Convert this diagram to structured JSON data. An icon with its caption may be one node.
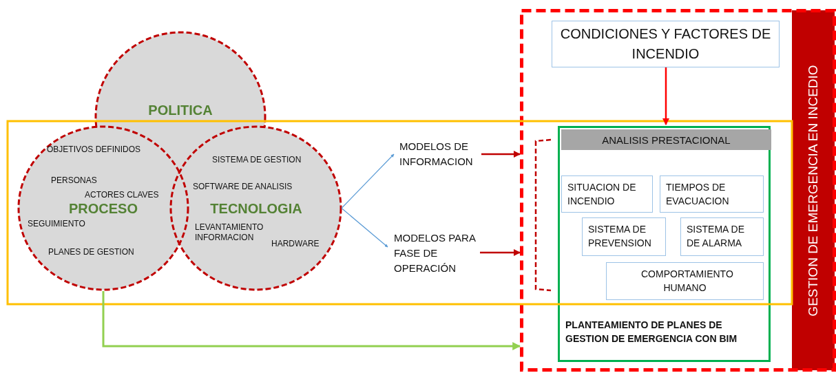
{
  "diagram": {
    "nodes": [
      {
        "text": [
          "POLITICA"
        ]
      },
      {
        "text": [
          "OBJETIVOS DEFINIDOS",
          "PERSONAS",
          "ACTORES CLAVES",
          "PROCESO",
          "SEGUIMIENTO",
          "PLANES DE GESTION"
        ]
      },
      {
        "text": [
          "SISTEMA DE GESTION",
          "SOFTWARE DE ANALISIS",
          "TECNOLOGIA",
          "LEVANTAMIENTO INFORMACION",
          "HARDWARE"
        ]
      },
      {
        "text": [
          "MODELOS DE INFORMACION"
        ]
      },
      {
        "text": [
          "MODELOS PARA FASE DE OPERACIÓN"
        ]
      },
      {
        "text": [],
        "shape": "box"
      },
      {
        "text": [
          "CONDICIONES Y FACTORES DE INCENDIO"
        ],
        "in": 5
      },
      {
        "text": [
          "PLANTEAMIENTO DE PLANES DE GESTION DE EMERGENCIA CON BIM"
        ],
        "in": 5
      },
      {
        "text": [
          "ANALISIS PRESTACIONAL"
        ],
        "in": 7
      },
      {
        "text": [
          "SITUACION DE INCENDIO"
        ],
        "in": 7
      },
      {
        "text": [
          "TIEMPOS DE EVACUACION"
        ],
        "in": 7
      },
      {
        "text": [
          "SISTEMA DE PREVENSION"
        ],
        "in": 7
      },
      {
        "text": [
          "SISTEMA DE DE ALARMA"
        ],
        "in": 7
      },
      {
        "text": [
          "COMPORTAMIENTO HUMANO"
        ],
        "in": 7
      },
      {
        "text": [
          "GESTION DE EMERGENCIA EN INCEDIO"
        ],
        "in": 5
      }
    ],
    "edges": [
      {
        "from": 2,
        "to": 3,
        "arrow": "to",
        "color": "#5b9bd5"
      },
      {
        "from": 2,
        "to": 4,
        "arrow": "to",
        "color": "#5b9bd5"
      },
      {
        "from": 3,
        "to": 5,
        "arrow": "to",
        "color": "#c00000"
      },
      {
        "from": 4,
        "to": 5,
        "arrow": "to",
        "color": "#c00000"
      },
      {
        "from": 1,
        "to": 5,
        "arrow": "to",
        "color": "#92d050"
      },
      {
        "from": 6,
        "to": 7,
        "arrow": "to",
        "color": "#ff0000"
      }
    ]
  }
}
